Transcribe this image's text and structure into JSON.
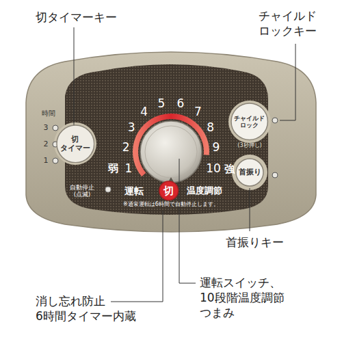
{
  "diagram": {
    "nodes": [
      {
        "text": [
          "切 タイマー"
        ]
      },
      {
        "text": [
          "チャイルド ロック"
        ]
      },
      {
        "text": [
          "首振り"
        ]
      },
      {
        "text": [
          "切"
        ]
      }
    ],
    "labels": [
      "切タイマーキー",
      "チャイルド ロックキー",
      "時間",
      "3",
      "2",
      "1",
      "1",
      "2",
      "3",
      "4",
      "5",
      "6",
      "7",
      "8",
      "9",
      "10",
      "弱",
      "強",
      "(3秒押し)",
      "自動停止 (点滅)",
      "運転",
      "温度調節",
      "※通常運転は6時間で自動停止します。",
      "首振りキー",
      "運転スイッチ、 10段階温度調節 つまみ",
      "消し忘れ防止 6時間タイマー内蔵"
    ]
  }
}
